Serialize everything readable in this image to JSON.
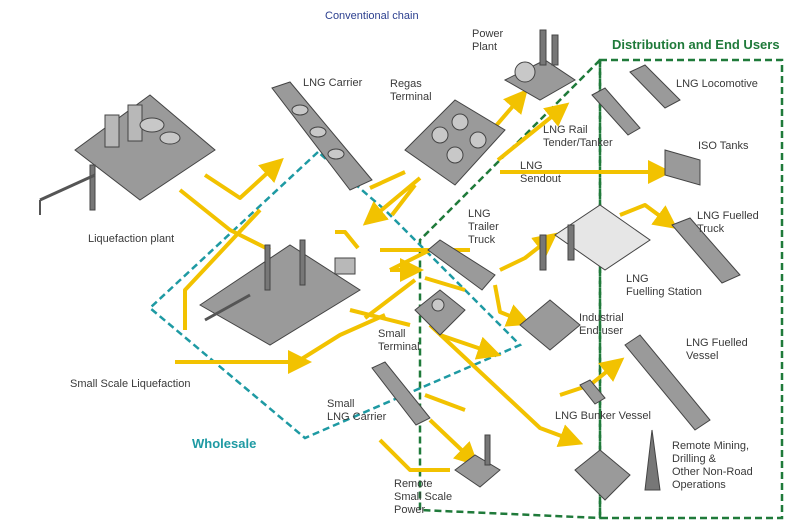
{
  "headers": {
    "conventional_chain": "Conventional chain",
    "distribution": "Distribution and End Users",
    "wholesale": "Wholesale"
  },
  "labels": {
    "power_plant": "Power\nPlant",
    "lng_carrier": "LNG Carrier",
    "regas_terminal": "Regas\nTerminal",
    "liquefaction_plant": "Liquefaction plant",
    "lng_locomotive": "LNG Locomotive",
    "lng_rail_tender": "LNG Rail\nTender/Tanker",
    "iso_tanks": "ISO Tanks",
    "lng_sendout": "LNG\nSendout",
    "lng_trailer_truck": "LNG\nTrailer\nTruck",
    "lng_fuelled_truck": "LNG Fuelled\nTruck",
    "lng_fuelling_station": "LNG\nFuelling Station",
    "industrial_end_user": "Industrial\nEnd user",
    "small_terminal": "Small\nTerminal",
    "small_scale_liquefaction": "Small Scale Liquefaction",
    "lng_fuelled_vessel": "LNG Fuelled\nVessel",
    "small_lng_carrier": "Small\nLNG Carrier",
    "lng_bunker_vessel": "LNG Bunker Vessel",
    "remote_mining": "Remote Mining,\nDrilling &\nOther Non-Road\nOperations",
    "remote_small_scale_power": "Remote\nSmall Scale\nPower"
  },
  "colors": {
    "flow_arrow": "#f2c200",
    "wholesale_border": "#1e9aa3",
    "distribution_border": "#1f7a3a",
    "conventional_text": "#2b3f8f",
    "illustration": "#555555"
  }
}
